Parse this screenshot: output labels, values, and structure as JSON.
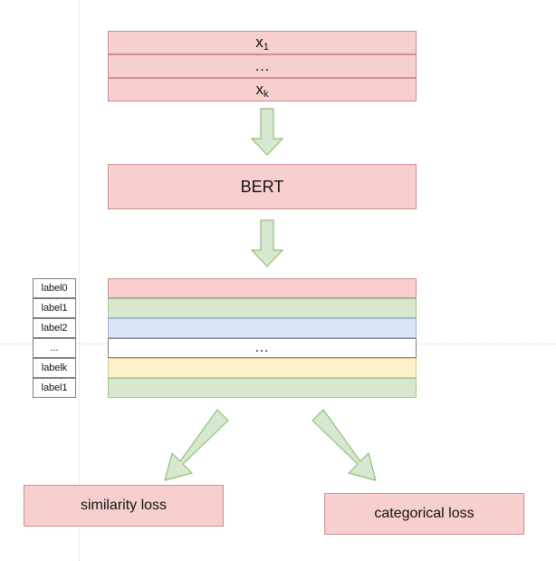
{
  "diagram": {
    "title": "BERT multi-task training diagram",
    "colors": {
      "pink_fill": "#f8cfcf",
      "pink_stroke": "#cc8f8f",
      "green_fill": "#d8e8d0",
      "green_stroke": "#9fc78c",
      "blue_fill": "#dae5f7",
      "blue_stroke": "#9db6d8",
      "yellow_fill": "#fdf0cb",
      "yellow_stroke": "#dfc98b",
      "white_fill": "#ffffff",
      "gray_stroke": "#808080",
      "arrow_fill": "#d8e8d0",
      "arrow_stroke": "#8fbf77",
      "guide_line": "#d9d9d9"
    },
    "input_stack": {
      "rows": [
        {
          "text": "x",
          "sub": "1"
        },
        {
          "text": "…",
          "sub": ""
        },
        {
          "text": "x",
          "sub": "k"
        }
      ]
    },
    "encoder": {
      "label": "BERT"
    },
    "labels_column": {
      "items": [
        {
          "label": "label0"
        },
        {
          "label": "label1"
        },
        {
          "label": "label2"
        },
        {
          "label": "..."
        },
        {
          "label": "labelk"
        },
        {
          "label": "label1"
        }
      ]
    },
    "embedding_stack": {
      "rows": [
        {
          "color": "pink",
          "text": ""
        },
        {
          "color": "green",
          "text": ""
        },
        {
          "color": "blue",
          "text": ""
        },
        {
          "color": "white",
          "text": "…"
        },
        {
          "color": "yellow",
          "text": ""
        },
        {
          "color": "green",
          "text": ""
        }
      ]
    },
    "losses": {
      "similarity": "similarity loss",
      "categorical": "categorical loss"
    },
    "arrows": {
      "input_to_bert": "down-arrow",
      "bert_to_embeddings": "down-arrow",
      "embeddings_to_similarity": "diagonal-down-left-arrow",
      "embeddings_to_categorical": "diagonal-down-right-arrow"
    }
  }
}
